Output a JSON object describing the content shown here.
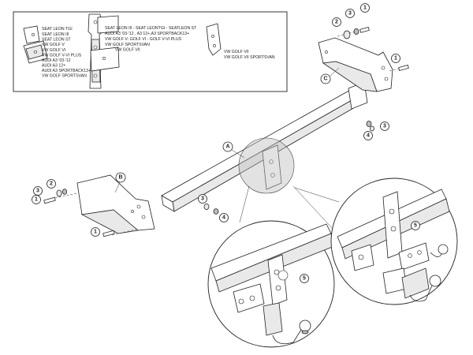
{
  "inset_labels": {
    "left": [
      "SEAT LEON TGI",
      "SEAT LEON III",
      "SEAT LEON ST",
      "VW GOLF V",
      "VW GOLF VI",
      "VW GOLF V-VI PLUS",
      "AUDI A3 '03-'12",
      "AUDI A3 12+",
      "AUDI A3 SPORTBACK13+",
      "VW GOLF SPORTSVAN"
    ],
    "middle": [
      "SEAT LEON III - SEAT LEONTGI - SEATLEON ST",
      "AUDI A3 '03-'12 , A3 12+,A3 SPORTBACK13+",
      "VW GOLF V- GOLF VI - GOLF V-VI PLUS",
      "VW GOLF SPORTSVAN",
      "VW GOLF VII"
    ],
    "right": [
      "VW GOLF VII",
      "VW GOLF VII SPORTSVAN"
    ]
  },
  "part_letters": {
    "a": "A",
    "b": "B",
    "c": "C"
  },
  "callouts": {
    "c1": "1",
    "c2": "2",
    "c3": "3",
    "c4": "1",
    "c5": "1",
    "c6": "3",
    "c7": "4",
    "c8": "1",
    "c9": "2",
    "c10": "3",
    "c11": "3",
    "c12": "4",
    "c13": "5",
    "c14": "5"
  }
}
